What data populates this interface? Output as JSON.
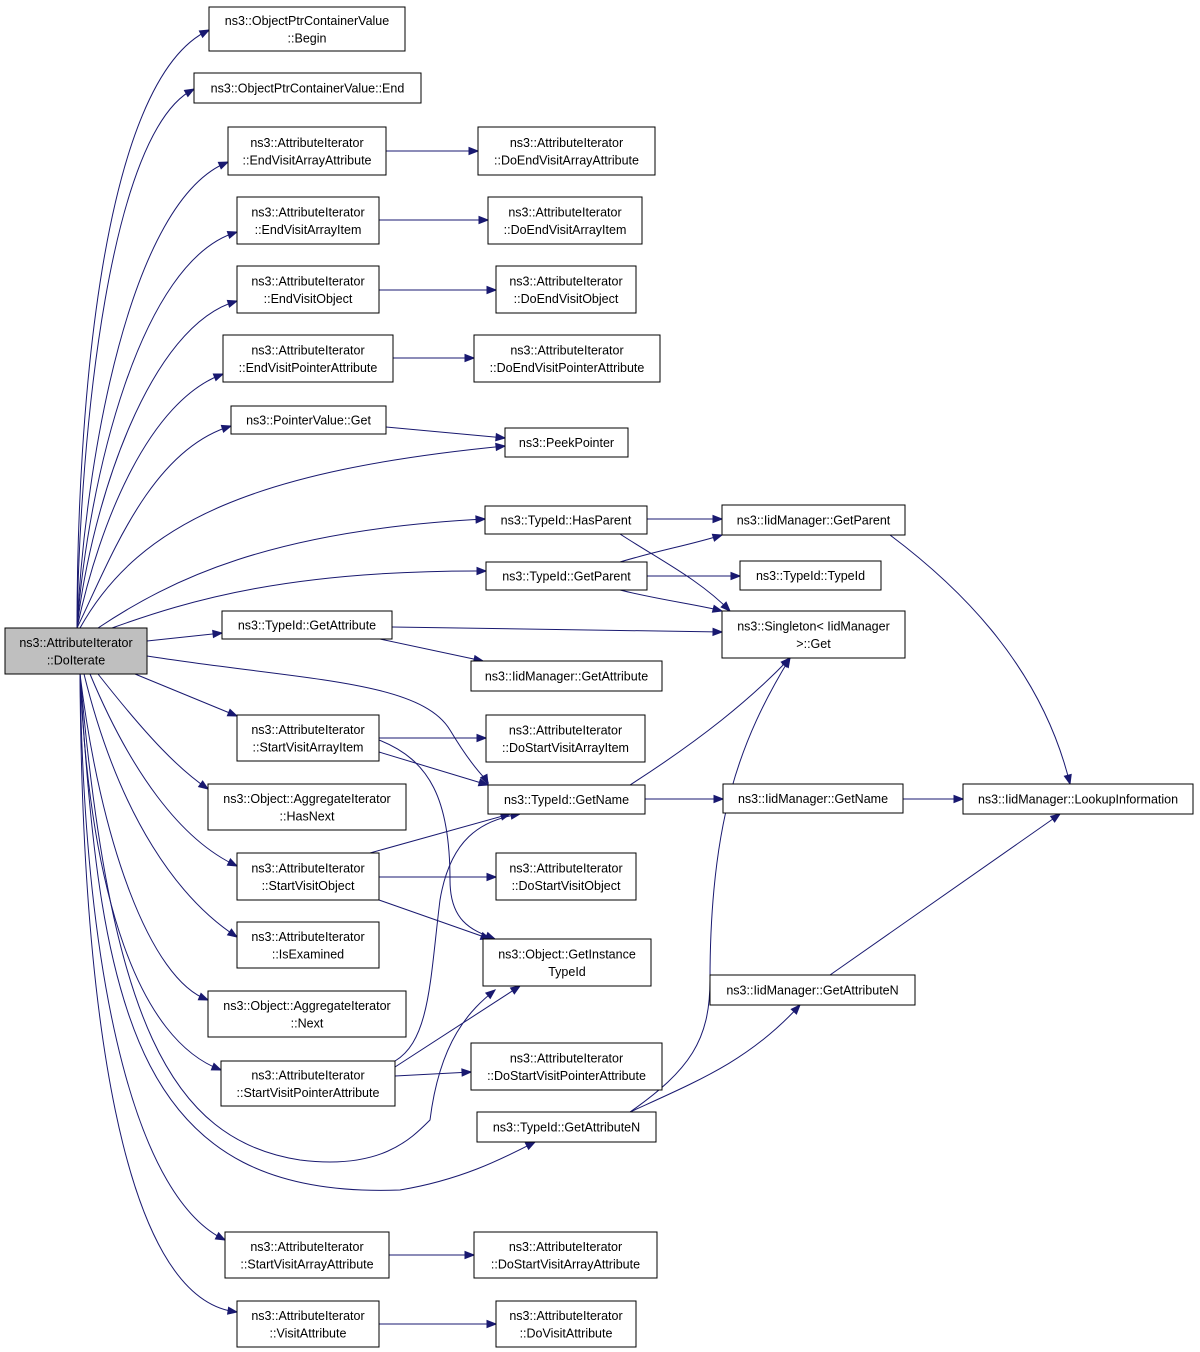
{
  "colors": {
    "edge": "#191970",
    "root_fill": "#bfbfbf",
    "node_fill": "#ffffff",
    "node_border": "#000000"
  },
  "nodes": [
    {
      "id": "root",
      "lines": [
        "ns3::AttributeIterator",
        "::DoIterate"
      ],
      "highlighted": true
    },
    {
      "id": "begin",
      "lines": [
        "ns3::ObjectPtrContainerValue",
        "::Begin"
      ]
    },
    {
      "id": "end",
      "lines": [
        "ns3::ObjectPtrContainerValue::End"
      ]
    },
    {
      "id": "evaa",
      "lines": [
        "ns3::AttributeIterator",
        "::EndVisitArrayAttribute"
      ]
    },
    {
      "id": "doevaa",
      "lines": [
        "ns3::AttributeIterator",
        "::DoEndVisitArrayAttribute"
      ]
    },
    {
      "id": "evai",
      "lines": [
        "ns3::AttributeIterator",
        "::EndVisitArrayItem"
      ]
    },
    {
      "id": "doevai",
      "lines": [
        "ns3::AttributeIterator",
        "::DoEndVisitArrayItem"
      ]
    },
    {
      "id": "evo",
      "lines": [
        "ns3::AttributeIterator",
        "::EndVisitObject"
      ]
    },
    {
      "id": "doevo",
      "lines": [
        "ns3::AttributeIterator",
        "::DoEndVisitObject"
      ]
    },
    {
      "id": "evpa",
      "lines": [
        "ns3::AttributeIterator",
        "::EndVisitPointerAttribute"
      ]
    },
    {
      "id": "doevpa",
      "lines": [
        "ns3::AttributeIterator",
        "::DoEndVisitPointerAttribute"
      ]
    },
    {
      "id": "pvget",
      "lines": [
        "ns3::PointerValue::Get"
      ]
    },
    {
      "id": "peek",
      "lines": [
        "ns3::PeekPointer"
      ]
    },
    {
      "id": "hasparent",
      "lines": [
        "ns3::TypeId::HasParent"
      ]
    },
    {
      "id": "iidgetparent",
      "lines": [
        "ns3::IidManager::GetParent"
      ]
    },
    {
      "id": "getparent",
      "lines": [
        "ns3::TypeId::GetParent"
      ]
    },
    {
      "id": "typeid",
      "lines": [
        "ns3::TypeId::TypeId"
      ]
    },
    {
      "id": "getattribute",
      "lines": [
        "ns3::TypeId::GetAttribute"
      ]
    },
    {
      "id": "singleton",
      "lines": [
        "ns3::Singleton< IidManager",
        " >::Get"
      ]
    },
    {
      "id": "iidgetattribute",
      "lines": [
        "ns3::IidManager::GetAttribute"
      ]
    },
    {
      "id": "svai",
      "lines": [
        "ns3::AttributeIterator",
        "::StartVisitArrayItem"
      ]
    },
    {
      "id": "dosvai",
      "lines": [
        "ns3::AttributeIterator",
        "::DoStartVisitArrayItem"
      ]
    },
    {
      "id": "hasnext",
      "lines": [
        "ns3::Object::AggregateIterator",
        "::HasNext"
      ]
    },
    {
      "id": "getname",
      "lines": [
        "ns3::TypeId::GetName"
      ]
    },
    {
      "id": "iidgetname",
      "lines": [
        "ns3::IidManager::GetName"
      ]
    },
    {
      "id": "lookup",
      "lines": [
        "ns3::IidManager::LookupInformation"
      ]
    },
    {
      "id": "svo",
      "lines": [
        "ns3::AttributeIterator",
        "::StartVisitObject"
      ]
    },
    {
      "id": "dosvo",
      "lines": [
        "ns3::AttributeIterator",
        "::DoStartVisitObject"
      ]
    },
    {
      "id": "isexamined",
      "lines": [
        "ns3::AttributeIterator",
        "::IsExamined"
      ]
    },
    {
      "id": "getinstance",
      "lines": [
        "ns3::Object::GetInstance",
        "TypeId"
      ]
    },
    {
      "id": "iidgetattrn",
      "lines": [
        "ns3::IidManager::GetAttributeN"
      ]
    },
    {
      "id": "next",
      "lines": [
        "ns3::Object::AggregateIterator",
        "::Next"
      ]
    },
    {
      "id": "svpa",
      "lines": [
        "ns3::AttributeIterator",
        "::StartVisitPointerAttribute"
      ]
    },
    {
      "id": "dosvpa",
      "lines": [
        "ns3::AttributeIterator",
        "::DoStartVisitPointerAttribute"
      ]
    },
    {
      "id": "getattrn",
      "lines": [
        "ns3::TypeId::GetAttributeN"
      ]
    },
    {
      "id": "svaa",
      "lines": [
        "ns3::AttributeIterator",
        "::StartVisitArrayAttribute"
      ]
    },
    {
      "id": "dosvaa",
      "lines": [
        "ns3::AttributeIterator",
        "::DoStartVisitArrayAttribute"
      ]
    },
    {
      "id": "va",
      "lines": [
        "ns3::AttributeIterator",
        "::VisitAttribute"
      ]
    },
    {
      "id": "dova",
      "lines": [
        "ns3::AttributeIterator",
        "::DoVisitAttribute"
      ]
    }
  ],
  "edges": [
    {
      "from": "root",
      "to": "begin"
    },
    {
      "from": "root",
      "to": "end"
    },
    {
      "from": "root",
      "to": "evaa"
    },
    {
      "from": "root",
      "to": "evai"
    },
    {
      "from": "root",
      "to": "evo"
    },
    {
      "from": "root",
      "to": "evpa"
    },
    {
      "from": "root",
      "to": "pvget"
    },
    {
      "from": "root",
      "to": "peek"
    },
    {
      "from": "root",
      "to": "hasparent"
    },
    {
      "from": "root",
      "to": "getparent"
    },
    {
      "from": "root",
      "to": "getattribute"
    },
    {
      "from": "root",
      "to": "svai"
    },
    {
      "from": "root",
      "to": "getname"
    },
    {
      "from": "root",
      "to": "hasnext"
    },
    {
      "from": "root",
      "to": "svo"
    },
    {
      "from": "root",
      "to": "isexamined"
    },
    {
      "from": "root",
      "to": "next"
    },
    {
      "from": "root",
      "to": "svpa"
    },
    {
      "from": "root",
      "to": "getinstance"
    },
    {
      "from": "root",
      "to": "getattrn"
    },
    {
      "from": "root",
      "to": "svaa"
    },
    {
      "from": "root",
      "to": "va"
    },
    {
      "from": "evaa",
      "to": "doevaa"
    },
    {
      "from": "evai",
      "to": "doevai"
    },
    {
      "from": "evo",
      "to": "doevo"
    },
    {
      "from": "evpa",
      "to": "doevpa"
    },
    {
      "from": "pvget",
      "to": "peek"
    },
    {
      "from": "hasparent",
      "to": "iidgetparent"
    },
    {
      "from": "hasparent",
      "to": "singleton"
    },
    {
      "from": "getparent",
      "to": "iidgetparent"
    },
    {
      "from": "getparent",
      "to": "typeid"
    },
    {
      "from": "getparent",
      "to": "singleton"
    },
    {
      "from": "iidgetparent",
      "to": "lookup"
    },
    {
      "from": "getattribute",
      "to": "singleton"
    },
    {
      "from": "getattribute",
      "to": "iidgetattribute"
    },
    {
      "from": "svai",
      "to": "dosvai"
    },
    {
      "from": "svai",
      "to": "getname"
    },
    {
      "from": "svai",
      "to": "getinstance"
    },
    {
      "from": "getname",
      "to": "singleton"
    },
    {
      "from": "getname",
      "to": "iidgetname"
    },
    {
      "from": "iidgetname",
      "to": "lookup"
    },
    {
      "from": "svo",
      "to": "getname"
    },
    {
      "from": "svo",
      "to": "dosvo"
    },
    {
      "from": "svo",
      "to": "getinstance"
    },
    {
      "from": "svpa",
      "to": "getname"
    },
    {
      "from": "svpa",
      "to": "getinstance"
    },
    {
      "from": "svpa",
      "to": "dosvpa"
    },
    {
      "from": "getattrn",
      "to": "singleton"
    },
    {
      "from": "getattrn",
      "to": "iidgetattrn"
    },
    {
      "from": "iidgetattrn",
      "to": "lookup"
    },
    {
      "from": "svaa",
      "to": "dosvaa"
    },
    {
      "from": "va",
      "to": "dova"
    }
  ]
}
